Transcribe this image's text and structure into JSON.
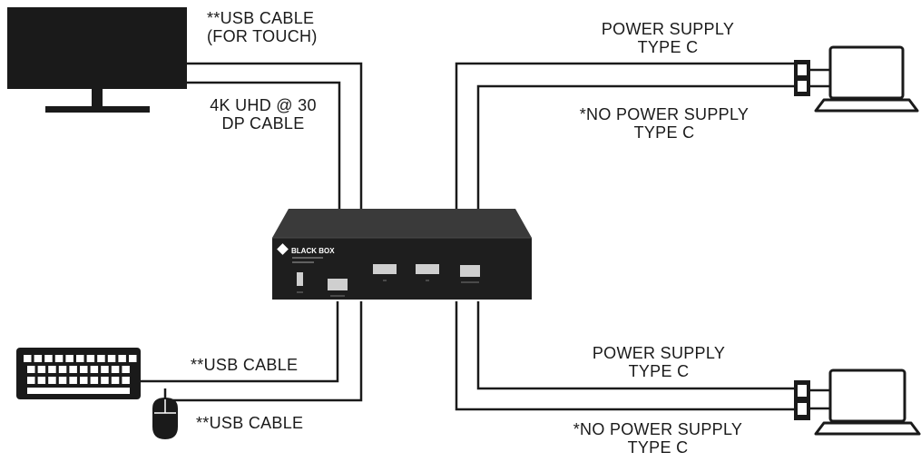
{
  "labels": {
    "usb_touch_line1": "**USB CABLE",
    "usb_touch_line2": "(FOR TOUCH)",
    "dp_line1": "4K UHD @ 30",
    "dp_line2": "DP CABLE",
    "top_power_line1": "POWER SUPPLY",
    "top_power_line2": "TYPE C",
    "top_nopower_line1": "*NO POWER SUPPLY",
    "top_nopower_line2": "TYPE C",
    "bottom_power_line1": "POWER SUPPLY",
    "bottom_power_line2": "TYPE C",
    "bottom_nopower_line1": "*NO POWER SUPPLY",
    "bottom_nopower_line2": "TYPE C",
    "keyboard_usb": "**USB CABLE",
    "mouse_usb": "**USB CABLE"
  },
  "device": {
    "brand": "BLACK BOX"
  },
  "colors": {
    "line": "#1a1a1a",
    "device_top": "#3a3a3a",
    "device_front": "#1e1e1e",
    "port": "#cfcfcf"
  }
}
